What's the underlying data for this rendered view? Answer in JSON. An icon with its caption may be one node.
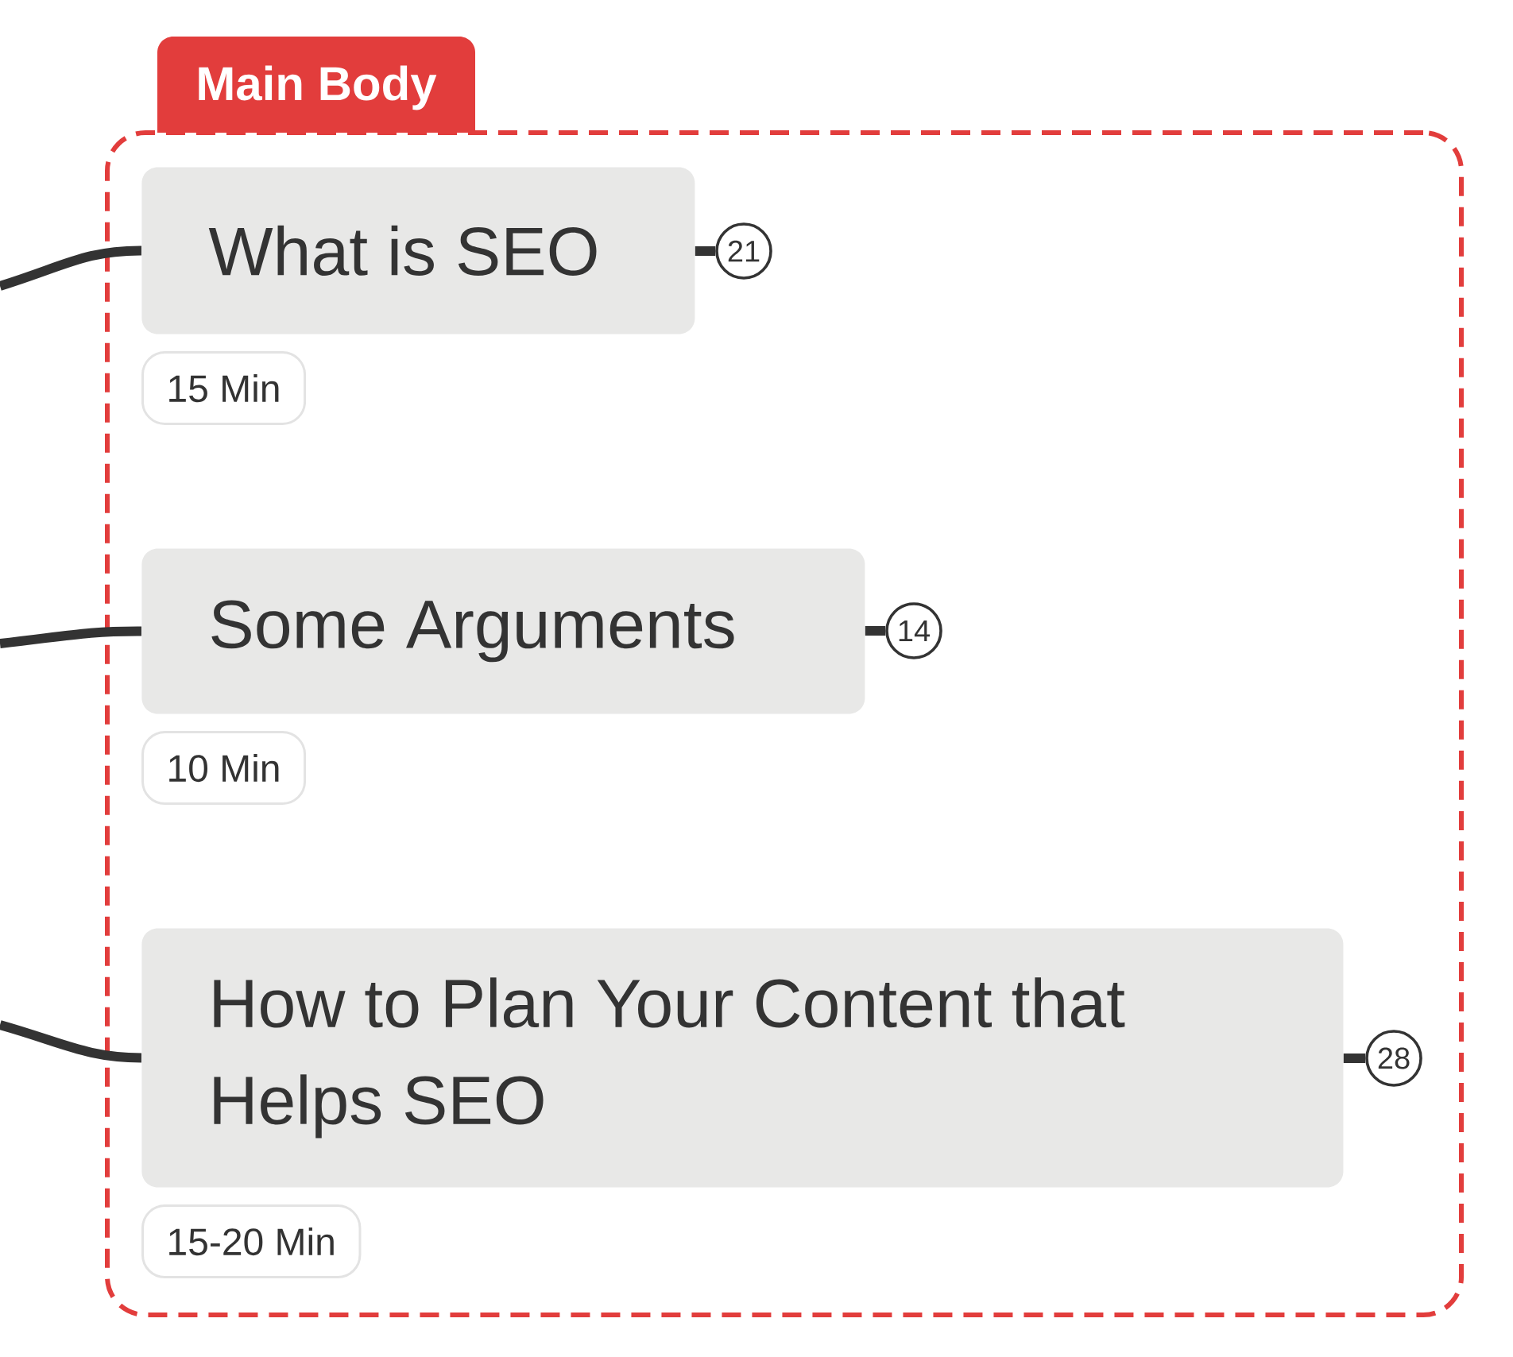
{
  "diagram": {
    "nodes": [
      {
        "text": [
          "Main Body"
        ]
      },
      {
        "text": [
          "What is SEO"
        ],
        "in": 0,
        "beside": [
          "15 Min"
        ]
      },
      {
        "text": [
          "21"
        ],
        "in": 0
      },
      {
        "text": [
          "Some Arguments"
        ],
        "in": 0,
        "beside": [
          "10 Min"
        ]
      },
      {
        "text": [
          "14"
        ],
        "in": 0
      },
      {
        "text": [
          "How to Plan Your Content that Helps SEO"
        ],
        "in": 0,
        "beside": [
          "15-20 Min"
        ]
      },
      {
        "text": [
          "28"
        ],
        "in": 0
      }
    ],
    "edges": [
      {
        "from": null,
        "to": 1,
        "arrow": "none"
      },
      {
        "from": 1,
        "to": 2,
        "arrow": "none"
      },
      {
        "from": null,
        "to": 3,
        "arrow": "none"
      },
      {
        "from": 3,
        "to": 4,
        "arrow": "none"
      },
      {
        "from": null,
        "to": 5,
        "arrow": "none"
      },
      {
        "from": 5,
        "to": 6,
        "arrow": "none"
      }
    ]
  }
}
